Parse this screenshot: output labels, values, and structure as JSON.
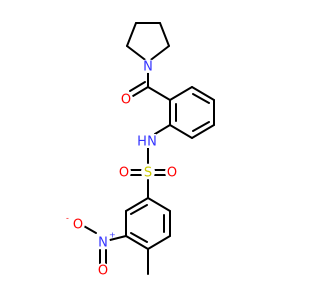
{
  "molecule": {
    "atoms": [
      {
        "id": "N1",
        "label": "N",
        "color": "#3333ff"
      },
      {
        "id": "O1",
        "label": "O",
        "color": "#ff0000"
      },
      {
        "id": "NH",
        "label": "N",
        "color": "#3333ff"
      },
      {
        "id": "H",
        "label": "H",
        "color": "#3333ff"
      },
      {
        "id": "S",
        "label": "S",
        "color": "#cccc00"
      },
      {
        "id": "O2",
        "label": "O",
        "color": "#ff0000"
      },
      {
        "id": "O3",
        "label": "O",
        "color": "#ff0000"
      },
      {
        "id": "NO2N",
        "label": "N",
        "color": "#3333ff",
        "charge": "+"
      },
      {
        "id": "NO2O1",
        "label": "O",
        "color": "#ff0000",
        "charge": "-"
      },
      {
        "id": "NO2O2",
        "label": "O",
        "color": "#ff0000"
      }
    ]
  }
}
